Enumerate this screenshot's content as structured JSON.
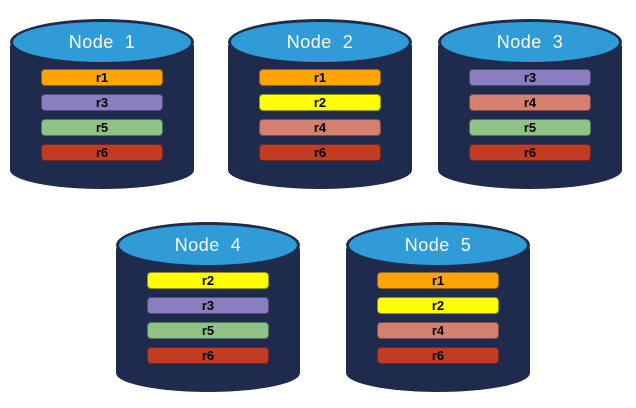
{
  "colors": {
    "cylinder_body": "#1F2B4D",
    "cylinder_top": "#2F9CD8",
    "node_label_text": "#FFFFFF",
    "bar_text": "#000000",
    "background": "#FFFFFF"
  },
  "replica_colors": {
    "r1": "#FFA405",
    "r2": "#FFFF00",
    "r3": "#8B7EC0",
    "r4": "#D5806F",
    "r5": "#8FC385",
    "r6": "#C23B23"
  },
  "nodes": [
    {
      "label": "Node  1",
      "replicas": [
        "r1",
        "r3",
        "r5",
        "r6"
      ]
    },
    {
      "label": "Node  2",
      "replicas": [
        "r1",
        "r2",
        "r4",
        "r6"
      ]
    },
    {
      "label": "Node  3",
      "replicas": [
        "r3",
        "r4",
        "r5",
        "r6"
      ]
    },
    {
      "label": "Node  4",
      "replicas": [
        "r2",
        "r3",
        "r5",
        "r6"
      ]
    },
    {
      "label": "Node  5",
      "replicas": [
        "r1",
        "r2",
        "r4",
        "r6"
      ]
    }
  ]
}
